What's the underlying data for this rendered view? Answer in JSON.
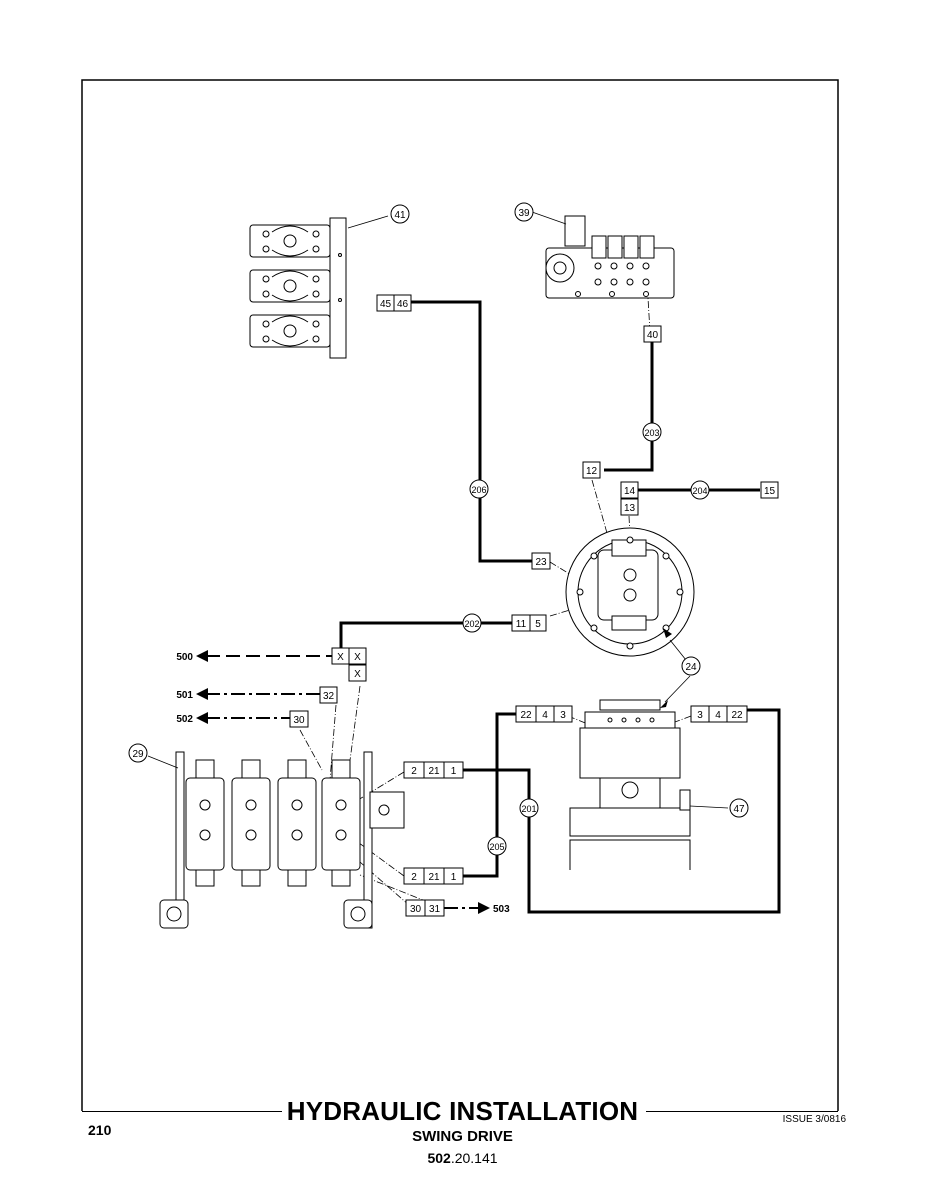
{
  "footer": {
    "page_number": "210",
    "title": "HYDRAULIC INSTALLATION",
    "subtitle": "SWING DRIVE",
    "doc_ref_bold": "502",
    "doc_ref_rest": ".20.141",
    "issue": "ISSUE 3/0816"
  },
  "callouts": {
    "c41": "41",
    "c39": "39",
    "c40": "40",
    "c203": "203",
    "c206": "206",
    "c204": "204",
    "c202": "202",
    "c24": "24",
    "c29": "29",
    "c201": "201",
    "c205": "205",
    "c47": "47"
  },
  "connectors": {
    "t45": "45",
    "t46": "46",
    "t12": "12",
    "t14": "14",
    "t13": "13",
    "t15": "15",
    "t23": "23",
    "t11": "11",
    "t5": "5",
    "tx1": "X",
    "tx2": "X",
    "tx3": "X",
    "t32": "32",
    "t30a": "30",
    "t22a": "22",
    "t4a": "4",
    "t3a": "3",
    "t3b": "3",
    "t4b": "4",
    "t22b": "22",
    "t2a": "2",
    "t21a": "21",
    "t1a": "1",
    "t2b": "2",
    "t21b": "21",
    "t1b": "1",
    "t30b": "30",
    "t31": "31"
  },
  "refs": {
    "r500": "500",
    "r501": "501",
    "r502": "502",
    "r503": "503"
  }
}
